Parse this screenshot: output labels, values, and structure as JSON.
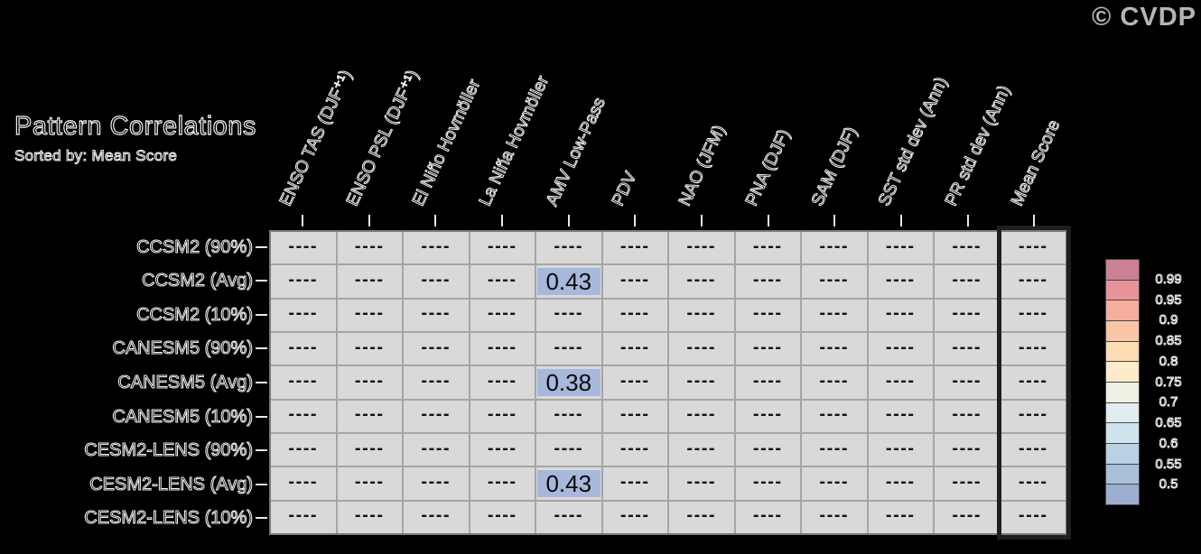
{
  "header": {
    "title": "Pattern Correlations",
    "subtitle": "Sorted by: Mean Score",
    "watermark": "© CVDP"
  },
  "chart_data": {
    "type": "heatmap",
    "title": "Pattern Correlations",
    "subtitle": "Sorted by: Mean Score",
    "columns": [
      "ENSO TAS (DJF⁺¹)",
      "ENSO PSL (DJF⁺¹)",
      "El Niño Hovmöller",
      "La Niña Hovmöller",
      "AMV Low-Pass",
      "PDV",
      "NAO (JFM)",
      "PNA (DJF)",
      "SAM (DJF)",
      "SST std dev (Ann)",
      "PR std dev (Ann)",
      "Mean Score"
    ],
    "rows": [
      "CCSM2 (90%)",
      "CCSM2 (Avg)",
      "CCSM2 (10%)",
      "CANESM5 (90%)",
      "CANESM5 (Avg)",
      "CANESM5 (10%)",
      "CESM2-LENS (90%)",
      "CESM2-LENS (Avg)",
      "CESM2-LENS (10%)"
    ],
    "values": [
      [
        null,
        null,
        null,
        null,
        null,
        null,
        null,
        null,
        null,
        null,
        null,
        null
      ],
      [
        null,
        null,
        null,
        null,
        0.43,
        null,
        null,
        null,
        null,
        null,
        null,
        null
      ],
      [
        null,
        null,
        null,
        null,
        null,
        null,
        null,
        null,
        null,
        null,
        null,
        null
      ],
      [
        null,
        null,
        null,
        null,
        null,
        null,
        null,
        null,
        null,
        null,
        null,
        null
      ],
      [
        null,
        null,
        null,
        null,
        0.38,
        null,
        null,
        null,
        null,
        null,
        null,
        null
      ],
      [
        null,
        null,
        null,
        null,
        null,
        null,
        null,
        null,
        null,
        null,
        null,
        null
      ],
      [
        null,
        null,
        null,
        null,
        null,
        null,
        null,
        null,
        null,
        null,
        null,
        null
      ],
      [
        null,
        null,
        null,
        null,
        0.43,
        null,
        null,
        null,
        null,
        null,
        null,
        null
      ],
      [
        null,
        null,
        null,
        null,
        null,
        null,
        null,
        null,
        null,
        null,
        null,
        null
      ]
    ],
    "missing_text": "----",
    "cell_color": "#d9d9d9",
    "highlight_color": "#a7b8db",
    "outlined_column": "Mean Score",
    "legend_position": "right"
  },
  "colorbar": {
    "labels": [
      "0.99",
      "0.95",
      "0.9",
      "0.85",
      "0.8",
      "0.75",
      "0.7",
      "0.65",
      "0.6",
      "0.55",
      "0.5"
    ],
    "colors": [
      "#cb8096",
      "#e89399",
      "#f5ae9d",
      "#f9c5a5",
      "#fcdcb3",
      "#fdeccb",
      "#edf0e2",
      "#e2edf3",
      "#cfe3ed",
      "#b9d1e3",
      "#a9c0db",
      "#9caed0"
    ]
  }
}
